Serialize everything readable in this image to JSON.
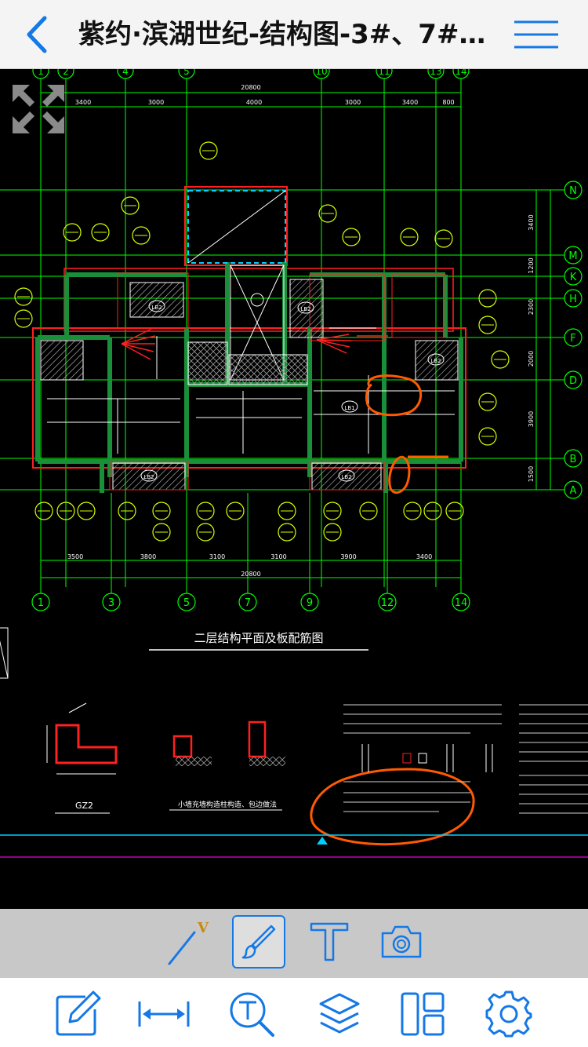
{
  "header": {
    "title": "紫约·滨湖世纪-结构图-3#、7#…",
    "back_icon": "chevron-left-icon",
    "menu_icon": "hamburger-menu-icon"
  },
  "drawing": {
    "plan_title": "二层结构平面及板配筋图",
    "detail_title": "小墙充墙构造柱构造、包边做法",
    "gz_label": "GZ2",
    "axis_top": [
      "1",
      "2",
      "4",
      "5",
      "10",
      "11",
      "13",
      "14"
    ],
    "axis_bottom": [
      "1",
      "3",
      "5",
      "7",
      "9",
      "12",
      "14"
    ],
    "axis_right": [
      "N",
      "M",
      "K",
      "H",
      "F",
      "D",
      "B",
      "A"
    ],
    "dim_top_total": "20800",
    "dim_top": [
      "3400",
      "3000",
      "4000",
      "3000",
      "3400",
      "800"
    ],
    "dim_bottom_total": "20800",
    "dim_bottom": [
      "3500",
      "3800",
      "3100",
      "3100",
      "3900",
      "3400"
    ],
    "dim_right": [
      "3400",
      "1200",
      "2300",
      "2000",
      "3900",
      "1500"
    ],
    "slab_labels": [
      "LB1",
      "LB2",
      "LB2",
      "LB2",
      "LB2",
      "LB2"
    ]
  },
  "annotation_toolbar": {
    "line_tool_badge": "V",
    "tools": [
      "line-draw-icon",
      "brush-icon",
      "text-tool-icon",
      "camera-icon"
    ]
  },
  "bottom_toolbar": {
    "tools": [
      "edit-icon",
      "measure-icon",
      "text-search-icon",
      "layers-icon",
      "layout-icon",
      "settings-icon"
    ]
  },
  "colors": {
    "accent": "#1478e6",
    "cad_green": "#00ff00",
    "cad_yellow": "#ffff00",
    "cad_red": "#ff2020",
    "cad_wall": "#1a8f3a",
    "cad_white": "#ffffff",
    "markup_orange": "#ff5a00"
  }
}
